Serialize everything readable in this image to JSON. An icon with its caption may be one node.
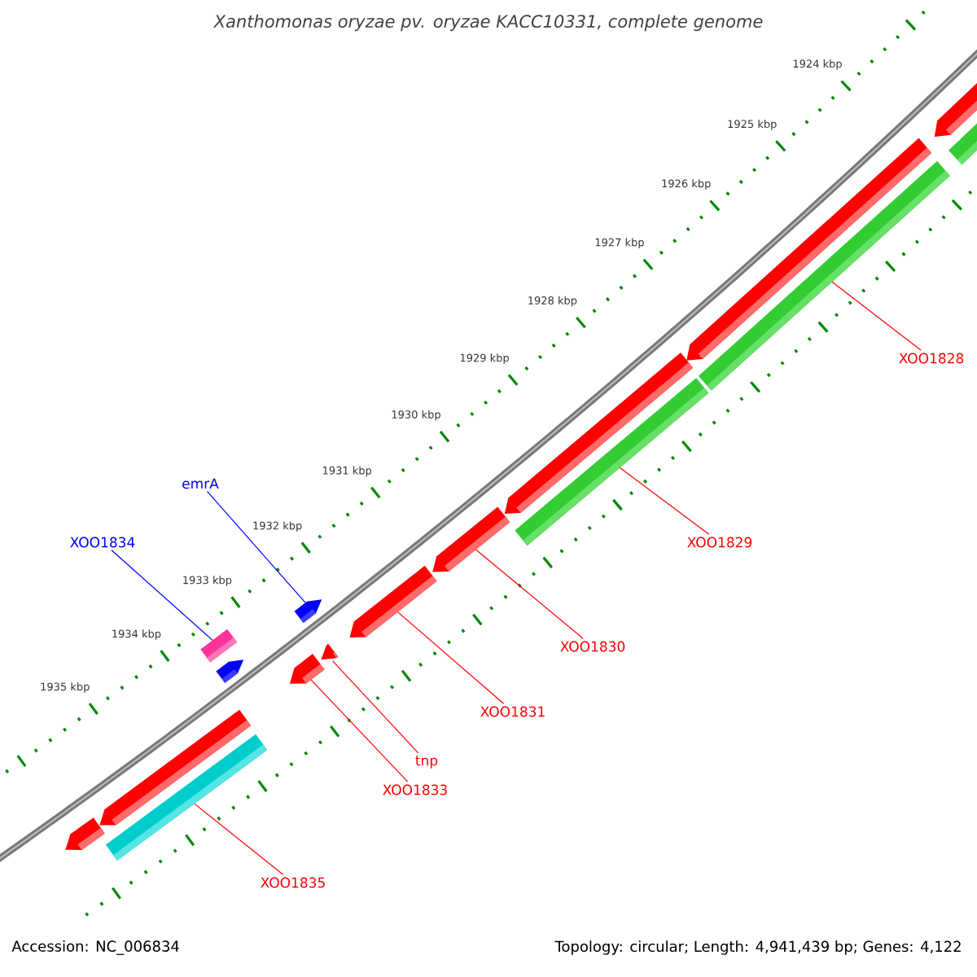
{
  "diagram": {
    "title": "Xanthomonas oryzae pv. oryzae KACC10331, complete genome",
    "nodes": [
      {
        "text": [
          "XOO1828"
        ]
      },
      {
        "text": [
          "emrA"
        ]
      },
      {
        "text": [
          "XOO1829"
        ]
      },
      {
        "text": [
          "XOO1834"
        ]
      },
      {
        "text": [
          "XOO1830"
        ]
      },
      {
        "text": [
          "XOO1831"
        ]
      },
      {
        "text": [
          "tnp"
        ]
      },
      {
        "text": [
          "XOO1833"
        ]
      },
      {
        "text": [
          "XOO1835"
        ]
      },
      {
        "text": [],
        "shape": "arrow"
      },
      {
        "text": [],
        "shape": "arrow"
      },
      {
        "text": [],
        "shape": "bar"
      },
      {
        "text": [],
        "shape": "box"
      },
      {
        "text": [],
        "shape": "arrow"
      },
      {
        "text": [],
        "shape": "arrow"
      },
      {
        "text": [],
        "shape": "arrow"
      },
      {
        "text": [],
        "shape": "arrow"
      },
      {
        "text": [],
        "shape": "arrow"
      },
      {
        "text": [],
        "shape": "arrow"
      },
      {
        "text": [],
        "shape": "arrow"
      },
      {
        "text": [],
        "shape": "bar"
      },
      {
        "text": [],
        "shape": "arrow"
      },
      {
        "text": [],
        "shape": "bar"
      },
      {
        "text": [],
        "shape": "arrow"
      },
      {
        "text": [],
        "shape": "bar"
      }
    ],
    "edges": [
      {
        "from": 0,
        "to": 22,
        "arrow": "none"
      },
      {
        "from": 1,
        "to": 15,
        "arrow": "none",
        "color": "#0000ff"
      },
      {
        "from": 2,
        "to": 20,
        "arrow": "none"
      },
      {
        "from": 3,
        "to": 12,
        "arrow": "none",
        "color": "#0000ff"
      },
      {
        "from": 4,
        "to": 18,
        "arrow": "none"
      },
      {
        "from": 5,
        "to": 17,
        "arrow": "none"
      },
      {
        "from": 6,
        "to": 16,
        "arrow": "none"
      },
      {
        "from": 7,
        "to": 14,
        "arrow": "none"
      },
      {
        "from": 8,
        "to": 11,
        "arrow": "none"
      }
    ],
    "labels": [
      "1924 kbp",
      "1925 kbp",
      "1926 kbp",
      "1927 kbp",
      "1928 kbp",
      "1929 kbp",
      "1930 kbp",
      "1931 kbp",
      "1932 kbp",
      "1933 kbp",
      "1934 kbp",
      "1935 kbp",
      "Accession: NC_006834",
      "Topology: circular; Length: 4,941,439 bp; Genes: 4,122"
    ]
  }
}
